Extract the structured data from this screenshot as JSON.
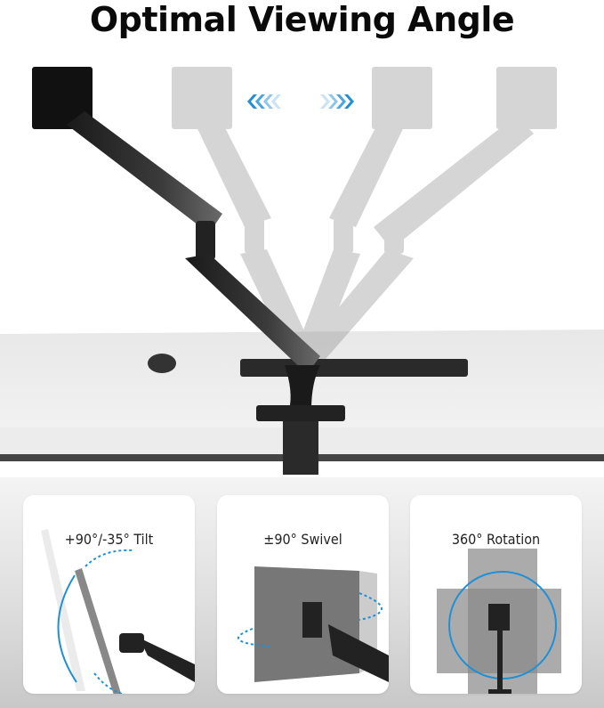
{
  "title": "Optimal Viewing Angle",
  "hero": {
    "description": "Dual gas-spring monitor arm shown in four swivel positions clamped to a white desk with mouse and keyboard",
    "indicators": [
      "chevrons-left-icon",
      "chevrons-right-icon"
    ],
    "accent_color": "#1f8fd6"
  },
  "features": [
    {
      "label": "+90°/-35° Tilt",
      "icon": "tilt-icon"
    },
    {
      "label": "±90° Swivel",
      "icon": "swivel-icon"
    },
    {
      "label": "360° Rotation",
      "icon": "rotation-icon"
    }
  ]
}
